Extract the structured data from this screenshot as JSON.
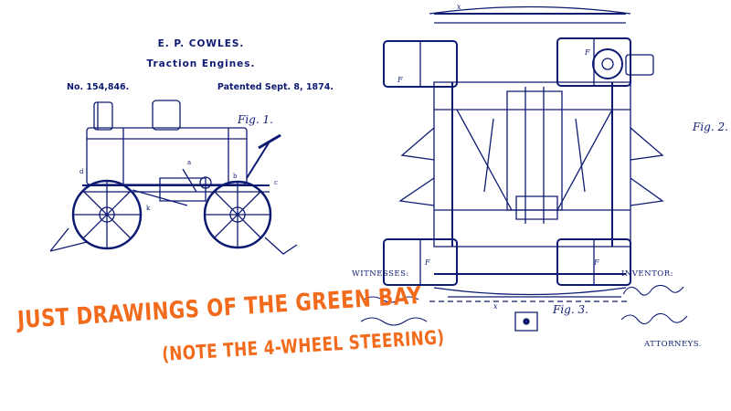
{
  "patent": {
    "inventor": "E. P. COWLES.",
    "subject": "Traction Engines.",
    "number": "No. 154,846.",
    "date": "Patented Sept. 8, 1874."
  },
  "figures": {
    "fig1": "Fig. 1.",
    "fig2": "Fig. 2.",
    "fig3": "Fig. 3."
  },
  "labels": {
    "witnesses": "WITNESSES:",
    "inventor": "INVENTOR:",
    "attorneys": "ATTORNEYS."
  },
  "caption": {
    "main": "JUST DRAWINGS OF THE GREEN BAY",
    "sub": "(NOTE THE 4-WHEEL STEERING)"
  },
  "colors": {
    "ink": "#0d1a72",
    "caption": "#f26a1b",
    "background": "#ffffff"
  }
}
